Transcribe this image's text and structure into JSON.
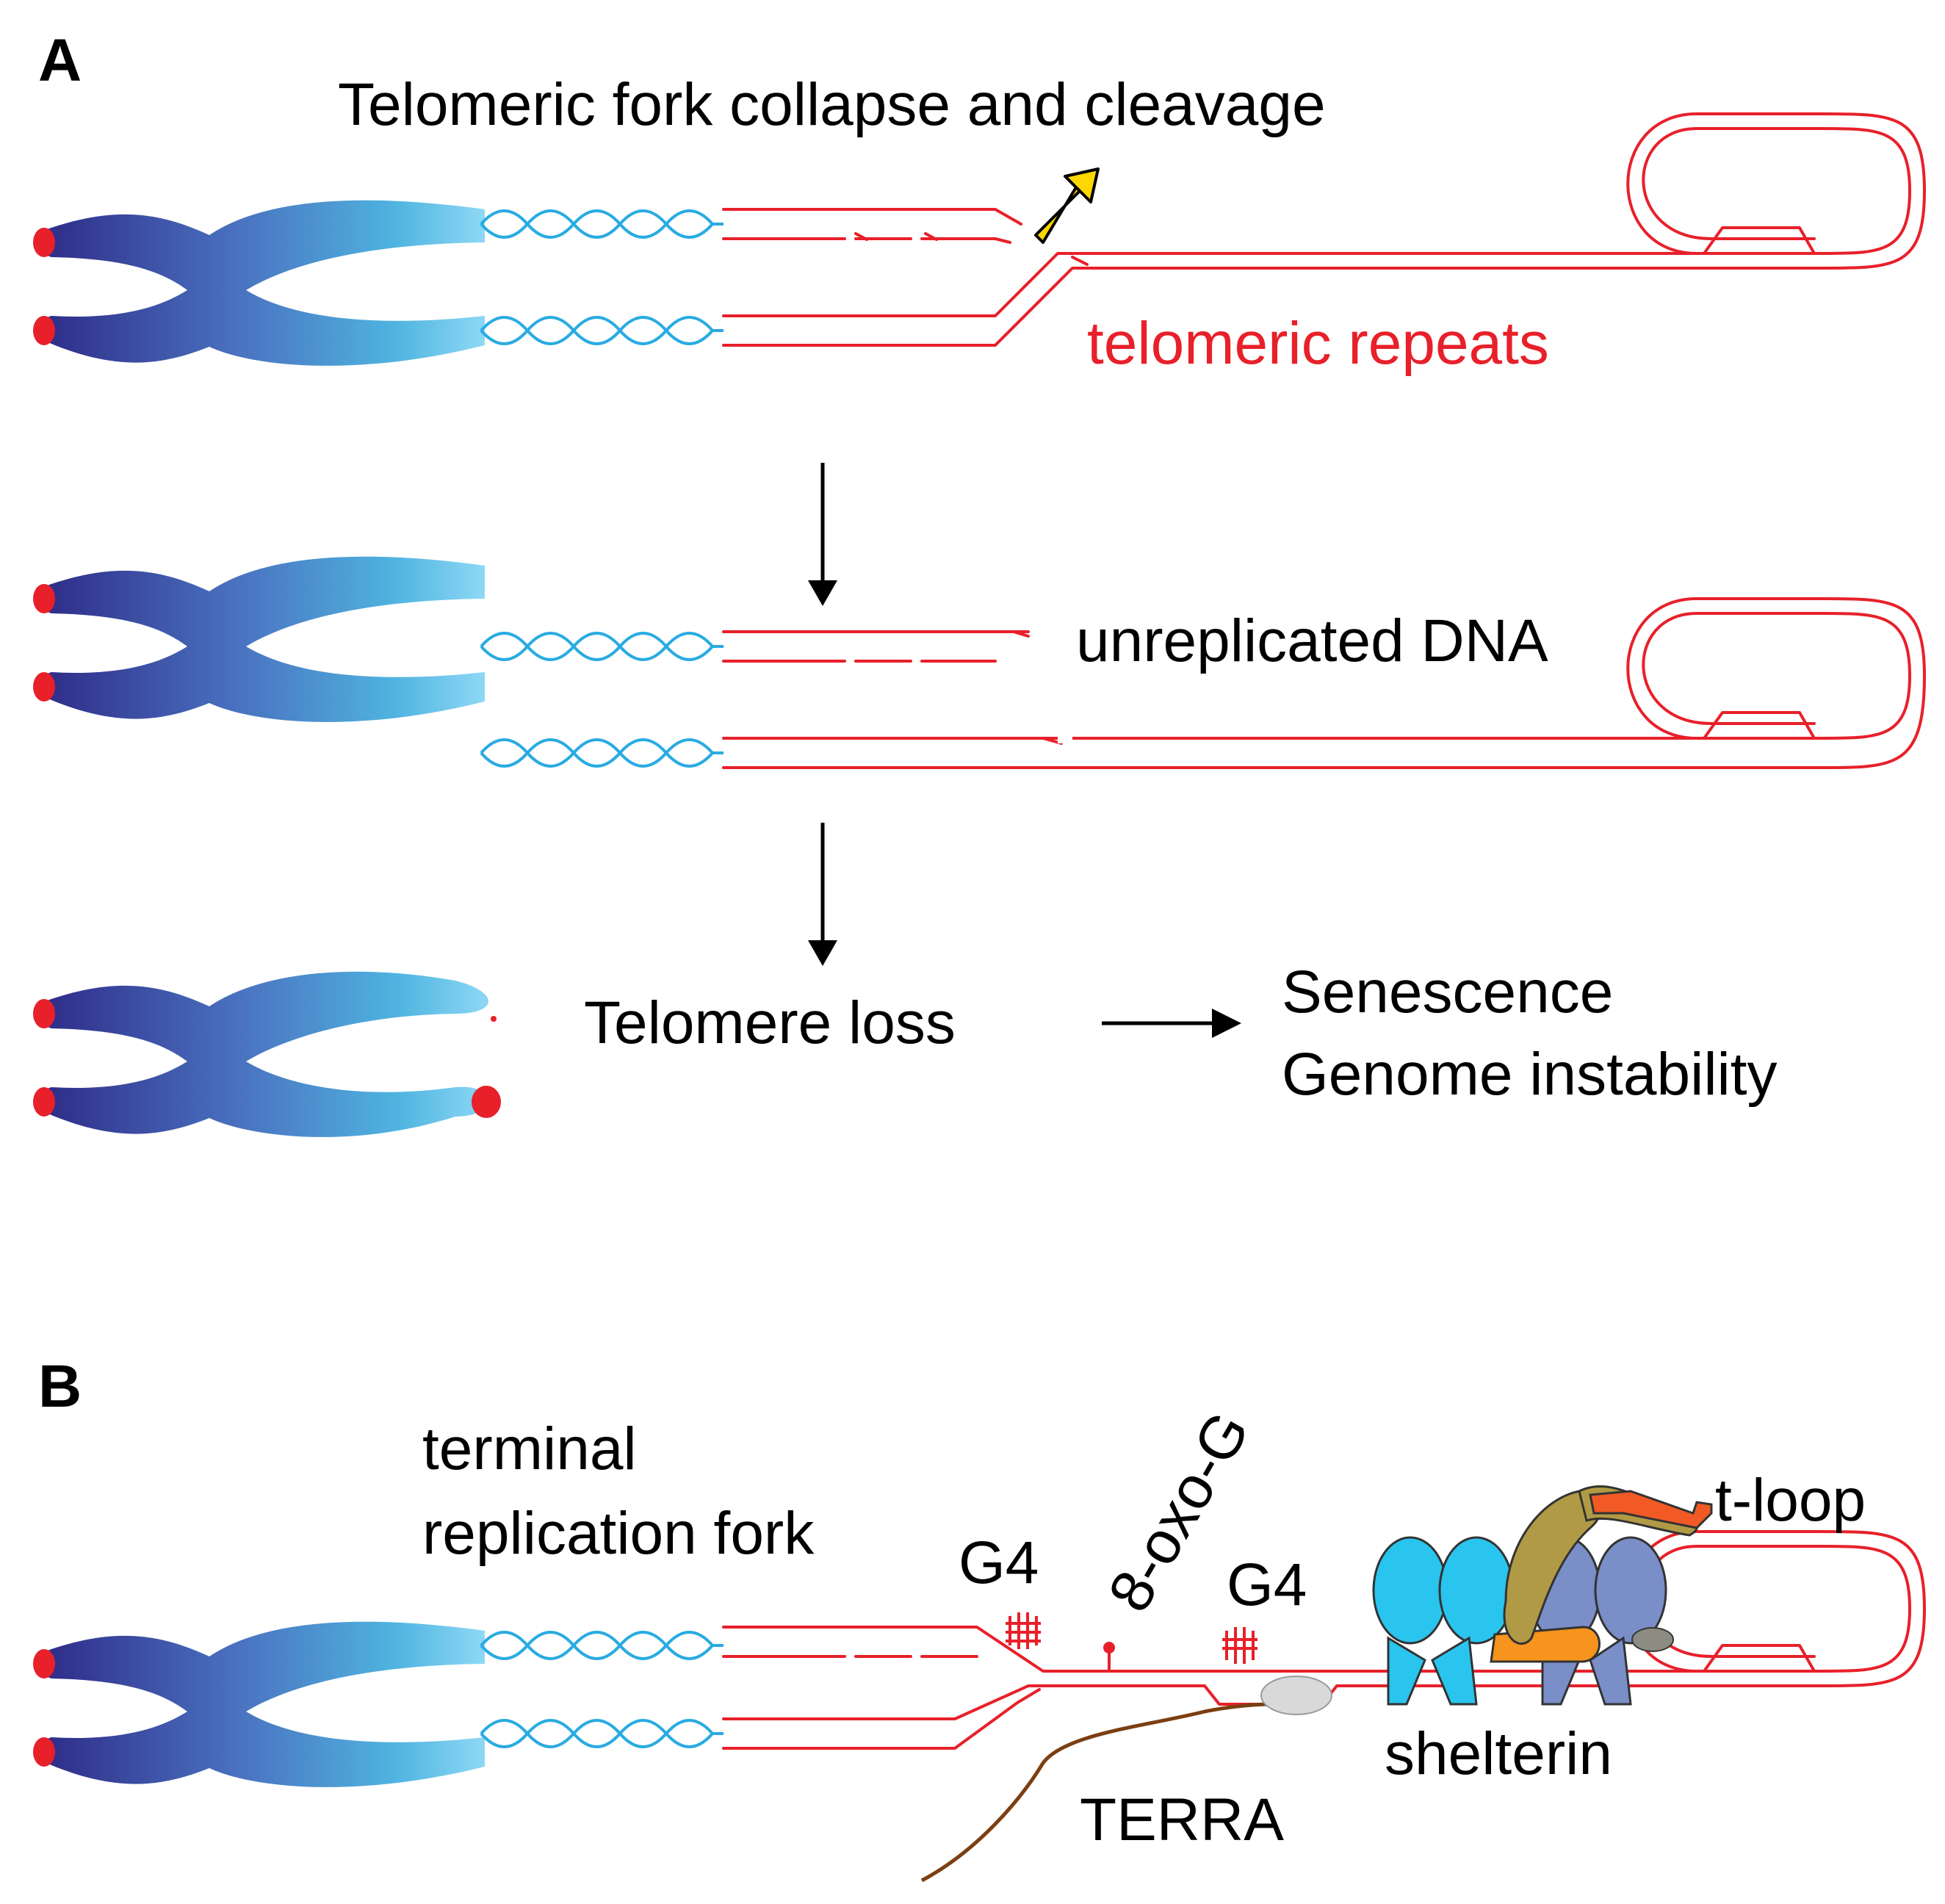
{
  "panel_a": {
    "label": "A",
    "title": "Telomeric fork collapse and cleavage",
    "telomeric_repeats": "telomeric repeats",
    "unreplicated_dna": "unreplicated DNA",
    "telomere_loss": "Telomere loss",
    "outcome_1": "Senescence",
    "outcome_2": "Genome instability"
  },
  "panel_b": {
    "label": "B",
    "fork_line1": "terminal",
    "fork_line2": "replication fork",
    "g4_left": "G4",
    "oxo_g": "8-oxo-G",
    "g4_right": "G4",
    "t_loop": "t-loop",
    "shelterin": "shelterin",
    "terra": "TERRA"
  },
  "colors": {
    "dna_red": "#e8202a",
    "helix_blue": "#29abe2",
    "label_red": "#e8202a",
    "cleavage_arrow": "#ffd700",
    "chromosome_dark": "#2e2a86",
    "chromosome_light": "#8ed8f5",
    "shelterin_cyan": "#29c5ee",
    "shelterin_slate": "#7a8ec8",
    "shelterin_olive": "#b09a45",
    "shelterin_orange": "#f7941d",
    "shelterin_red_orange": "#f15a24",
    "terra_brown": "#7b3f12"
  },
  "icons": [
    "cleavage-arrow-icon",
    "g-quadruplex-icon",
    "oxidized-base-icon",
    "down-arrow-icon",
    "right-arrow-icon"
  ]
}
